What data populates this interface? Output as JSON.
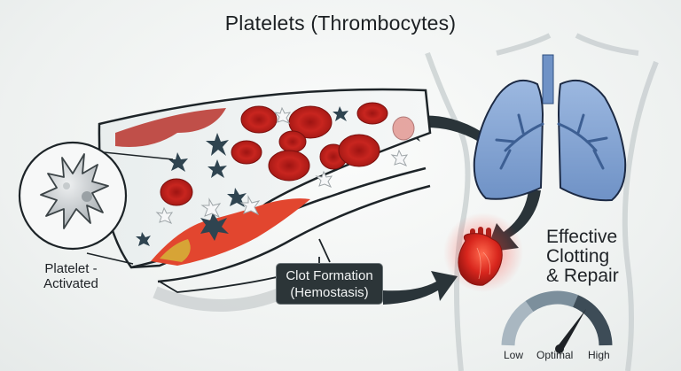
{
  "title": "Platelets (Thrombocytes)",
  "callouts": {
    "platelet_label_line1": "Platelet -",
    "platelet_label_line2": "Activated",
    "clot_line1": "Clot Formation",
    "clot_line2": "(Hemostasis)",
    "effect_line1": "Effective",
    "effect_line2": "Clotting",
    "effect_line3": "& Repair"
  },
  "gauge": {
    "low": "Low",
    "optimal": "Optimal",
    "high": "High",
    "needle_position": "optimal"
  },
  "colors": {
    "blood_red": "#c0231f",
    "lung_blue": "#7a9fd0",
    "dark_platelet": "#2f4450",
    "label_bg": "#2c3538",
    "background": "#f3f5f4"
  },
  "icons": [
    "activated-platelet-icon",
    "lungs-icon",
    "heart-icon",
    "gauge-icon",
    "arrow-icon"
  ]
}
